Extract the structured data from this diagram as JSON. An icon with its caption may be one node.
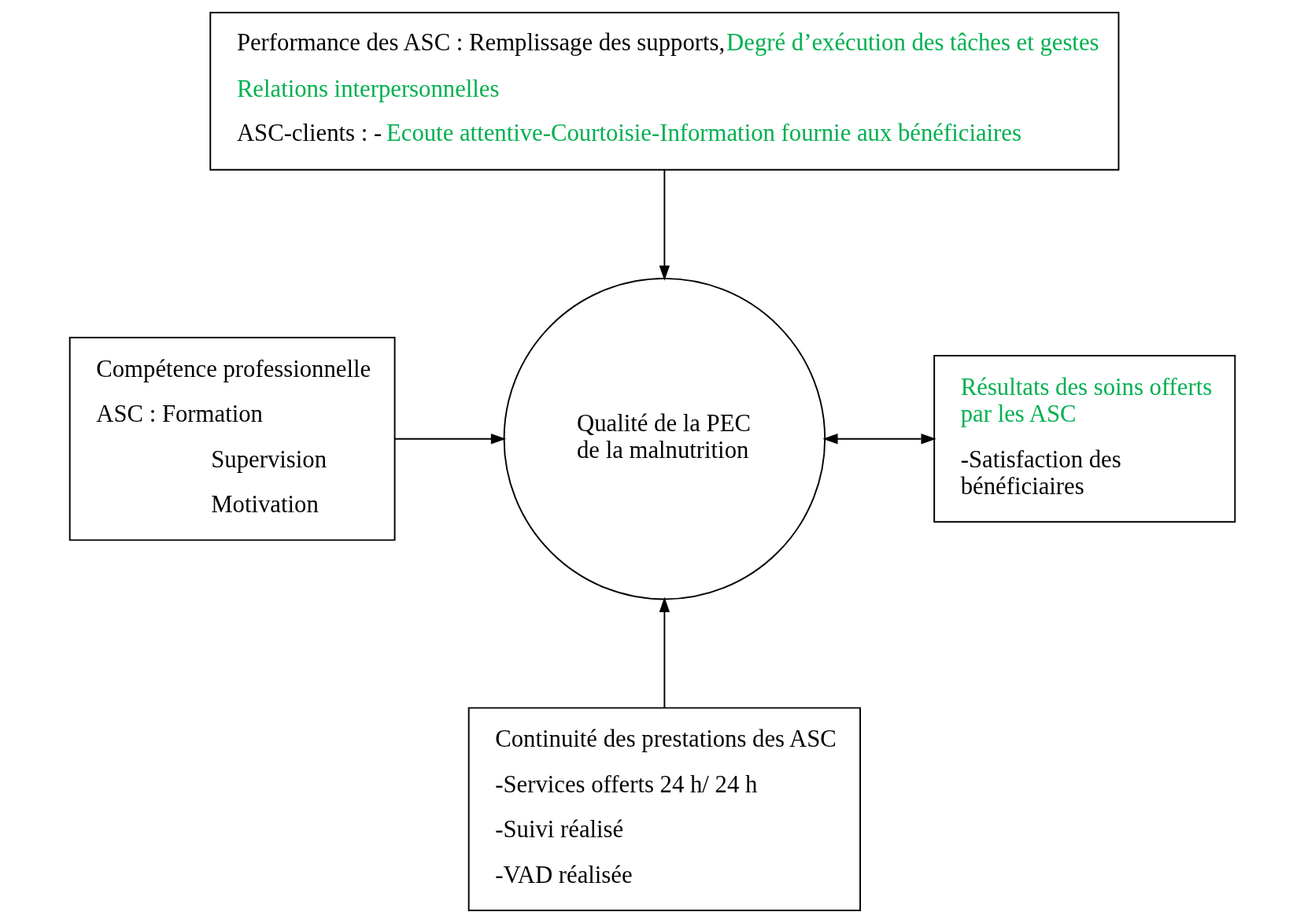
{
  "diagram": {
    "nodes": [
      {
        "text": [
          "Performance des ASC : Remplissage des supports,",
          "Degré d’exécution des tâches et gestes",
          "Relations interpersonnelles",
          "ASC-clients : -",
          "Ecoute attentive-Courtoisie-Information fournie aux bénéficiaires"
        ]
      },
      {
        "text": [
          "Compétence professionnelle",
          "ASC : Formation",
          "Supervision",
          "Motivation"
        ]
      },
      {
        "text": [
          "Qualité de la PEC de la malnutrition"
        ]
      },
      {
        "text": [
          "Résultats des soins offerts par les ASC",
          "-Satisfaction des bénéficiaires"
        ]
      },
      {
        "text": [
          "Continuité des prestations des ASC",
          "-Services offerts 24 h/ 24 h",
          "-Suivi réalisé",
          "-VAD réalisée"
        ]
      }
    ],
    "edges": [
      {
        "from": 0,
        "to": 2,
        "arrow": "to"
      },
      {
        "from": 1,
        "to": 2,
        "arrow": "to"
      },
      {
        "from": 2,
        "to": 3,
        "arrow": "both"
      },
      {
        "from": 4,
        "to": 2,
        "arrow": "to"
      }
    ]
  }
}
